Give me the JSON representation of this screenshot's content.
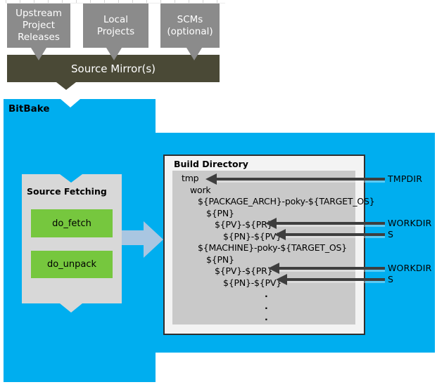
{
  "upstream_flow": {
    "boxes": [
      {
        "label": "Upstream\nProject\nReleases"
      },
      {
        "label": "Local\nProjects"
      },
      {
        "label": "SCMs\n(optional)"
      }
    ],
    "mirror": {
      "label": "Source Mirror(s)"
    }
  },
  "bitbake": {
    "label": "BitBake"
  },
  "source_fetching": {
    "title": "Source Fetching",
    "tasks": [
      {
        "label": "do_fetch"
      },
      {
        "label": "do_unpack"
      }
    ]
  },
  "build_directory": {
    "title": "Build Directory",
    "tree": [
      "tmp",
      "work",
      "${PACKAGE_ARCH}-poky-${TARGET_OS}",
      "${PN}",
      "${PV}-${PR}",
      "${PN}-${PV}",
      "${MACHINE}-poky-${TARGET_OS}",
      "${PN}",
      "${PV}-${PR}",
      "${PN}-${PV}",
      ".",
      ".",
      "."
    ]
  },
  "annotations": [
    {
      "label": "TMPDIR",
      "points_to": "tmp"
    },
    {
      "label": "WORKDIR",
      "points_to": "${PV}-${PR}"
    },
    {
      "label": "S",
      "points_to": "${PN}-${PV}"
    },
    {
      "label": "WORKDIR",
      "points_to": "${PV}-${PR}"
    },
    {
      "label": "S",
      "points_to": "${PN}-${PV}"
    }
  ],
  "colors": {
    "bitbake_blue": "#00aeef",
    "mirror_olive": "#4a4936",
    "upstream_gray": "#8b8b8b",
    "fetch_panel_gray": "#d8d8d8",
    "tree_panel_gray": "#c9c9c9",
    "task_green": "#76c73e",
    "flow_arrow_blue": "#a9c6e1",
    "annotation_arrow_dark": "#3e3e3e"
  }
}
